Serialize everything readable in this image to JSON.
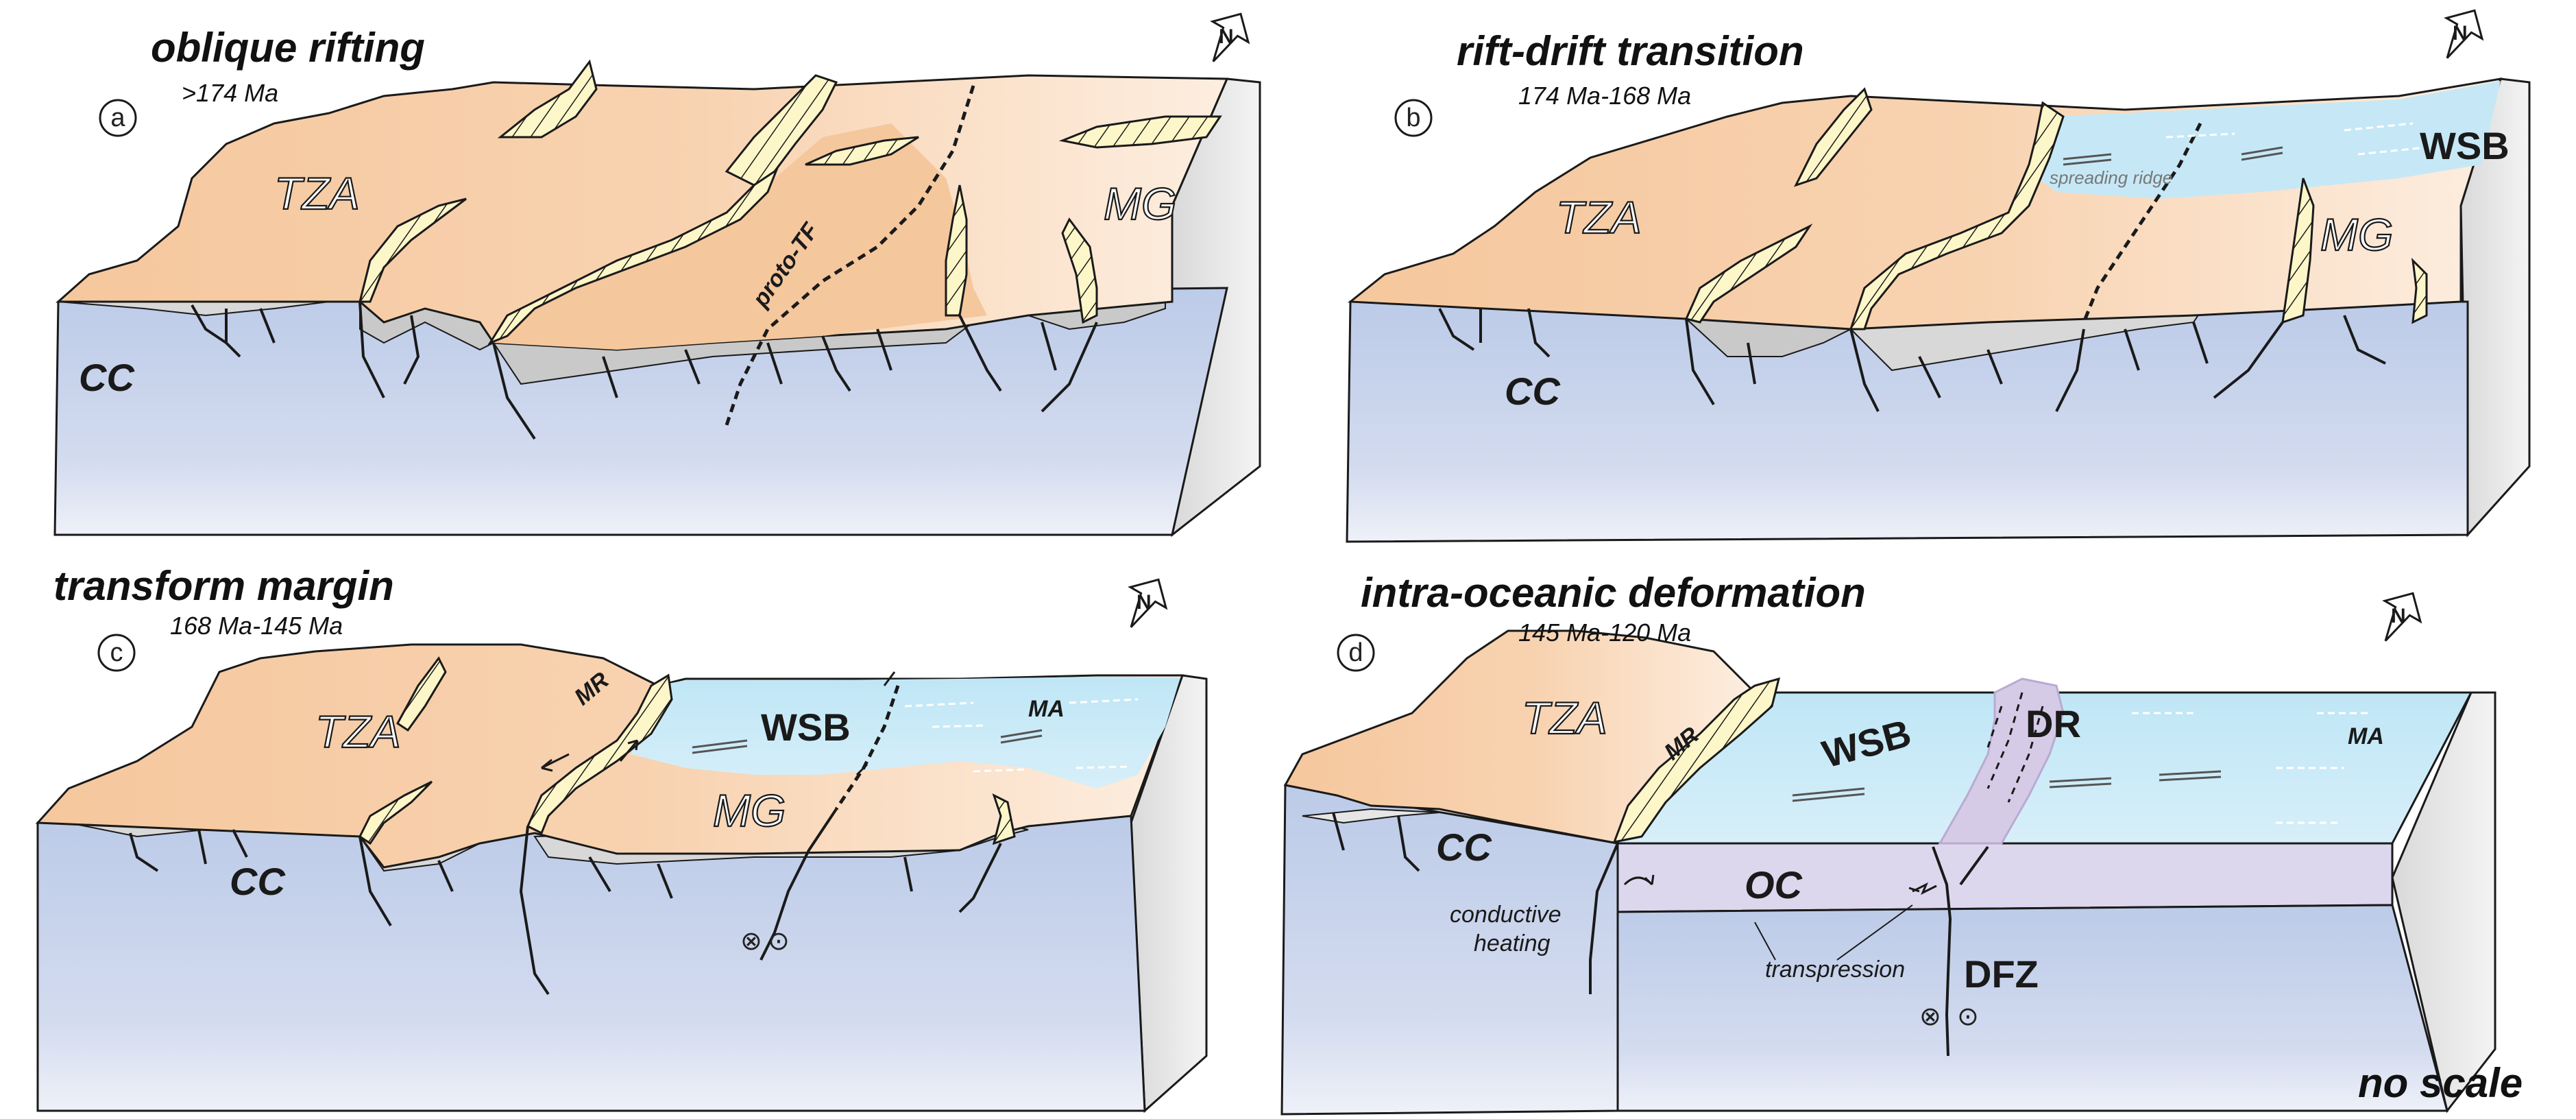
{
  "panels": [
    {
      "letter": "a",
      "title": "oblique rifting",
      "age": ">174 Ma",
      "labels": {
        "tza": "TZA",
        "mg": "MG",
        "cc": "CC",
        "proto_tf": "proto-TF"
      }
    },
    {
      "letter": "b",
      "title": "rift-drift transition",
      "age": "174 Ma-168 Ma",
      "labels": {
        "tza": "TZA",
        "mg": "MG",
        "cc": "CC",
        "wsb": "WSB",
        "spreading_ridge": "spreading ridge"
      }
    },
    {
      "letter": "c",
      "title": "transform margin",
      "age": "168 Ma-145 Ma",
      "labels": {
        "tza": "TZA",
        "mg": "MG",
        "cc": "CC",
        "wsb": "WSB",
        "mr": "MR",
        "ma": "MA"
      }
    },
    {
      "letter": "d",
      "title": "intra-oceanic deformation",
      "age": "145 Ma-120 Ma",
      "labels": {
        "tza": "TZA",
        "mr": "MR",
        "wsb": "WSB",
        "dr": "DR",
        "ma": "MA",
        "cc": "CC",
        "oc": "OC",
        "conductive_heating": "conductive\nheating",
        "transpression": "transpression",
        "dfz": "DFZ"
      }
    }
  ],
  "north_arrow_label": "N",
  "scale_note": "no scale",
  "strike_slip_symbols": {
    "into": "⊗",
    "out": "⊙"
  },
  "colors": {
    "continent_top": "#f5c79d",
    "continent_light": "#fde8d4",
    "crust_side": "#c8d2ec",
    "crust_side_light": "#e3e8f5",
    "sediment_grey": "#c9c9c9",
    "rift_flank": "#fdf6c8",
    "ocean": "#c6e8f6",
    "oceanic_crust": "#ddd7ee",
    "ridge": "#d6cbe6",
    "right_face": "#e8e8e8",
    "outline": "#1a1a1a"
  }
}
